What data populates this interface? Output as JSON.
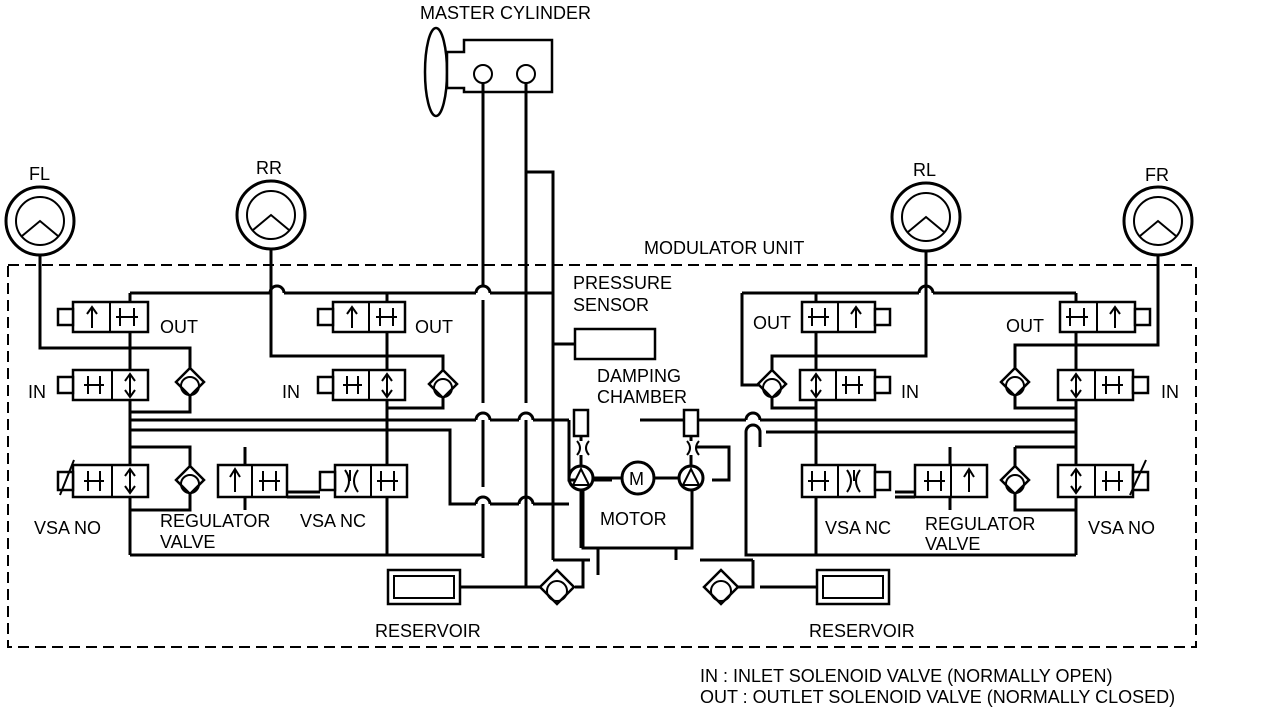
{
  "labels": {
    "master_cylinder": "MASTER CYLINDER",
    "modulator_unit": "MODULATOR UNIT",
    "pressure_sensor_1": "PRESSURE",
    "pressure_sensor_2": "SENSOR",
    "damping_chamber_1": "DAMPING",
    "damping_chamber_2": "CHAMBER",
    "motor": "MOTOR",
    "motor_symbol": "M",
    "reservoir_left": "RESERVOIR",
    "reservoir_right": "RESERVOIR"
  },
  "wheels": {
    "fl": "FL",
    "rr": "RR",
    "rl": "RL",
    "fr": "FR"
  },
  "valves": {
    "out": "OUT",
    "in": "IN",
    "vsa_no": "VSA NO",
    "vsa_nc": "VSA NC",
    "regulator_1": "REGULATOR",
    "regulator_2": "VALVE"
  },
  "legend": {
    "in_line": "IN : INLET SOLENOID VALVE (NORMALLY OPEN)",
    "out_line": "OUT : OUTLET SOLENOID VALVE (NORMALLY CLOSED)"
  }
}
